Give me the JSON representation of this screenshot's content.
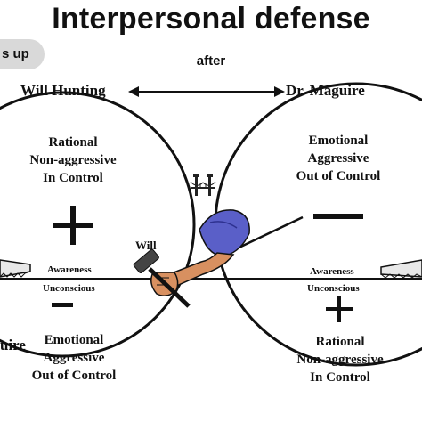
{
  "header": {
    "title": "Interpersonal defense",
    "subtitle": "after",
    "bubble_text": "s up"
  },
  "people": {
    "left": "Will Hunting",
    "right": "Dr. Maguire",
    "bottom_left_fragment": "uire",
    "actor_label": "Will"
  },
  "left_circle": {
    "top_lines": [
      "Rational",
      "Non-aggressive",
      "In Control"
    ],
    "top_sign": "+",
    "bottom_lines": [
      "Emotional",
      "Aggressive",
      "Out of Control"
    ],
    "bottom_sign": "–",
    "awareness_label": "Awareness",
    "unconscious_label": "Unconscious"
  },
  "right_circle": {
    "top_lines": [
      "Emotional",
      "Aggressive",
      "Out of Control"
    ],
    "top_sign": "–",
    "bottom_lines": [
      "Rational",
      "Non-aggressive",
      "In Control"
    ],
    "bottom_sign": "+",
    "awareness_label": "Awareness",
    "unconscious_label": "Unconscious"
  },
  "icons": [
    "bridge-icon",
    "hammer-icon",
    "arm-icon",
    "saw-icon"
  ],
  "colors": {
    "sleeve": "#5a5fc8",
    "skin": "#d89060",
    "circle": "#111111"
  }
}
